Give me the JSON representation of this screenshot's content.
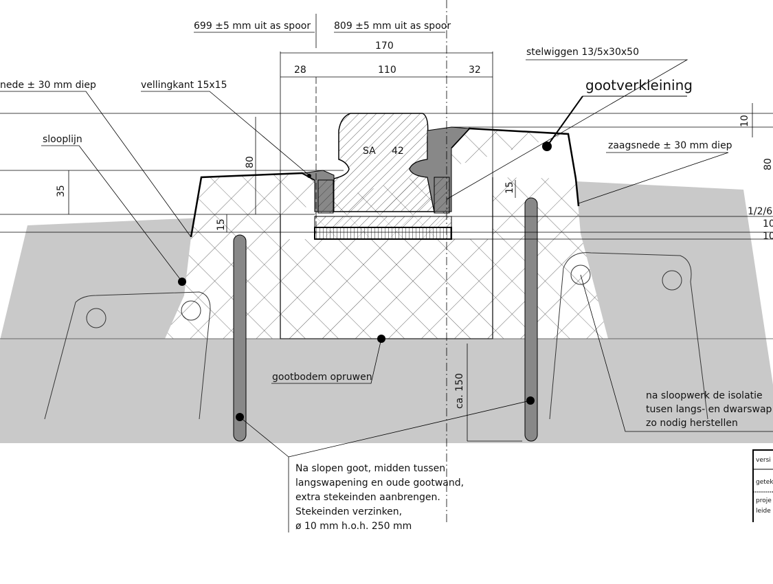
{
  "dimensions": {
    "offset_left": "699 ±5 mm uit as spoor",
    "offset_right": "809 ±5 mm uit as spoor",
    "total_width": "170",
    "left_width": "28",
    "middle_width": "110",
    "right_width": "32",
    "height_80_left": "80",
    "height_35": "35",
    "height_15_left": "15",
    "height_15_right": "15",
    "height_10": "10",
    "height_80_right": "80",
    "layer_1": "1/2/6",
    "layer_2": "10",
    "layer_3": "10",
    "depth_150": "ca. 150"
  },
  "labels": {
    "saw_cut_left": "nede ± 30 mm diep",
    "chamfer": "vellingkant 15x15",
    "demolition_line": "slooplijn",
    "wedges": "stelwiggen 13/5x30x50",
    "gutter_reduction": "gootverkleining",
    "saw_cut_right": "zaagsnede ± 30 mm diep",
    "rail_type": "SA",
    "rail_number": "42",
    "gutter_floor": "gootbodem opruwen"
  },
  "notes": {
    "insulation": [
      "na sloopwerk de isolatie",
      "tusen langs- en dwarswap",
      "zo nodig herstellen"
    ],
    "rebar": [
      "Na slopen goot, midden tussen",
      "langswapening en oude gootwand,",
      "extra stekeinden aanbrengen.",
      "Stekeinden verzinken,",
      "ø 10 mm h.o.h. 250 mm"
    ]
  },
  "title_block": {
    "version": "versi",
    "drawn": "getek",
    "project_1": "proje",
    "project_2": "leide"
  }
}
